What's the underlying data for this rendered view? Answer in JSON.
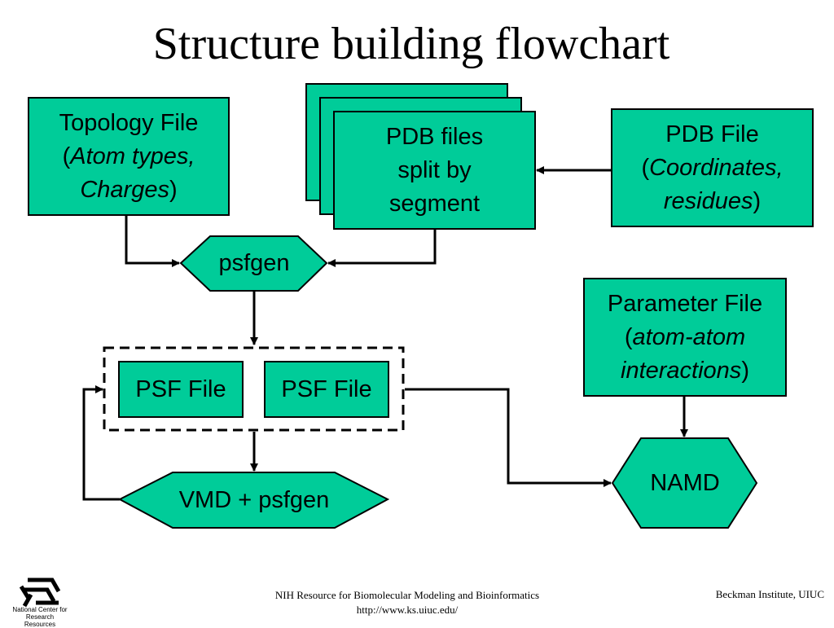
{
  "title": "Structure building flowchart",
  "nodes": {
    "topology": {
      "line1": "Topology File",
      "open": "(",
      "italic1": "Atom types,",
      "italic2": "Charges",
      "close": ")"
    },
    "pdb_split": {
      "line1": "PDB files",
      "line2": "split by",
      "line3": "segment"
    },
    "pdb_file": {
      "line1": "PDB File",
      "open": "(",
      "italic1": "Coordinates,",
      "italic2": "residues",
      "close": ")"
    },
    "psfgen": "psfgen",
    "param": {
      "line1": "Parameter File",
      "open": "(",
      "italic1": "atom-atom",
      "italic2": "interactions",
      "close": ")"
    },
    "psf1": "PSF File",
    "psf2": "PSF File",
    "vmd": "VMD + psfgen",
    "namd": "NAMD"
  },
  "footer": {
    "center_line1": "NIH Resource for Biomolecular Modeling and Bioinformatics",
    "center_line2": "http://www.ks.uiuc.edu/",
    "right": "Beckman Institute, UIUC",
    "logo_text": "National Center for Research Resources"
  },
  "colors": {
    "box_fill": "#00cc99",
    "stroke": "#000000"
  }
}
